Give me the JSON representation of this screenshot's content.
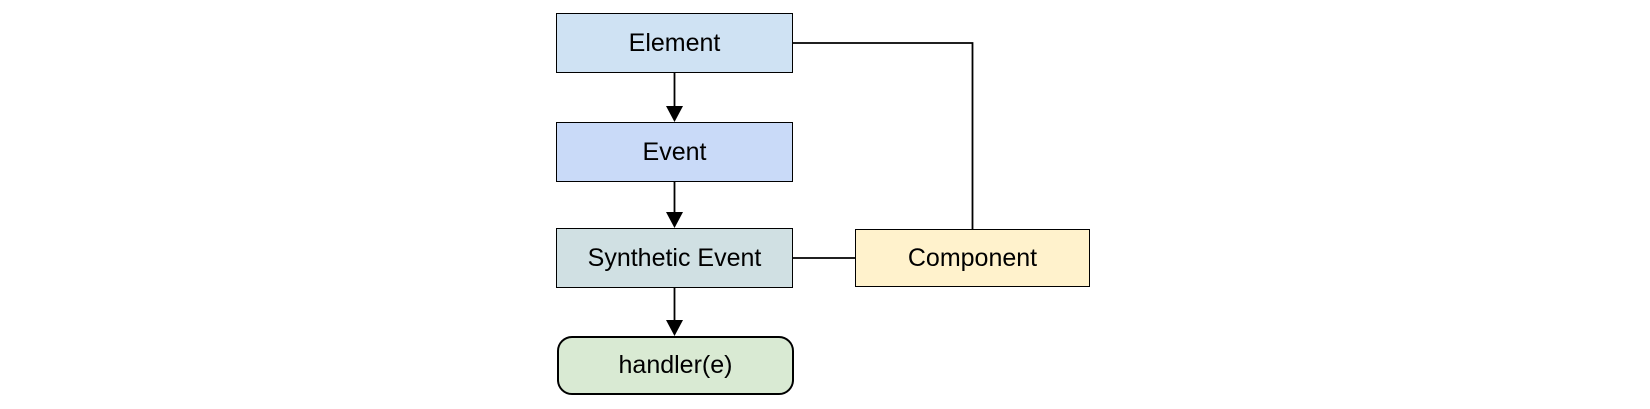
{
  "diagram": {
    "background": "#ffffff",
    "border_color": "#000000",
    "text_color": "#000000",
    "nodes": {
      "element": {
        "label": "Element",
        "fill": "#cfe2f3",
        "shape": "rectangle"
      },
      "event": {
        "label": "Event",
        "fill": "#c9daf8",
        "shape": "rectangle"
      },
      "synthetic_event": {
        "label": "Synthetic Event",
        "fill": "#d0e0e3",
        "shape": "rectangle"
      },
      "component": {
        "label": "Component",
        "fill": "#fff2cc",
        "shape": "rectangle"
      },
      "handler": {
        "label": "handler(e)",
        "fill": "#d9ead3",
        "shape": "rounded-rectangle"
      }
    },
    "edges": [
      {
        "from": "element",
        "to": "event",
        "style": "arrow"
      },
      {
        "from": "event",
        "to": "synthetic_event",
        "style": "arrow"
      },
      {
        "from": "synthetic_event",
        "to": "handler",
        "style": "arrow"
      },
      {
        "from": "element",
        "to": "component",
        "style": "plain-line"
      },
      {
        "from": "synthetic_event",
        "to": "component",
        "style": "plain-line"
      }
    ]
  }
}
